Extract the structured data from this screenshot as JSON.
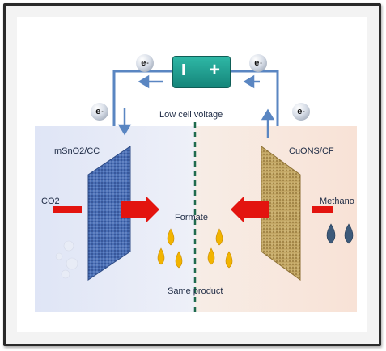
{
  "labels": {
    "electron": "e",
    "electron_sup": "-",
    "battery_minus": "I",
    "battery_plus": "+",
    "voltage": "Low cell voltage",
    "left_electrode": "mSnO2/CC",
    "right_electrode": "CuONS/CF",
    "left_reactant": "CO2",
    "right_reactant": "Methano",
    "product_top": "Formate",
    "product_bottom": "Same product"
  },
  "colors": {
    "left_panel": "#e3e8f7",
    "right_panel": "#f8e7de",
    "wire": "#5a86c2",
    "input_arrow": "#e3140f",
    "divider": "#1f6b4e",
    "left_electrode": "#3f63a8",
    "right_electrode": "#b39a5a",
    "battery": "#1e9e8f",
    "droplet": "#f2b400",
    "methanol_drop": "#3d5a7a"
  }
}
